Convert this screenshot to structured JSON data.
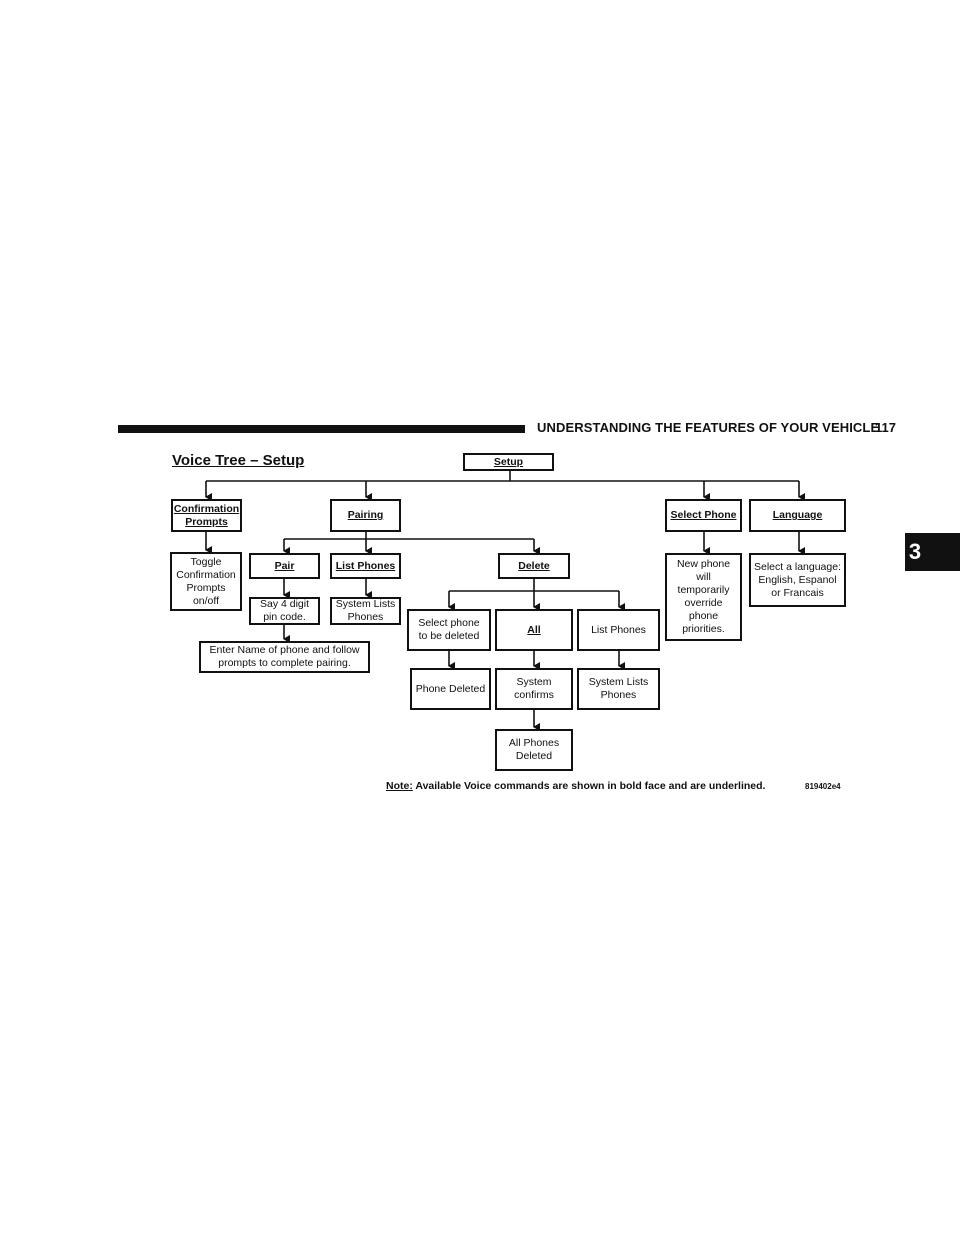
{
  "header": {
    "section_title": "UNDERSTANDING THE FEATURES OF YOUR VEHICLE",
    "page_number": "117",
    "chapter_tab": "3"
  },
  "diagram": {
    "title": "Voice Tree – Setup",
    "nodes": {
      "setup": "Setup",
      "confirmation_prompts": "Confirmation\nPrompts",
      "pairing": "Pairing",
      "select_phone": "Select Phone",
      "language": "Language",
      "toggle_confirmation": "Toggle\nConfirmation\nPrompts\non/off",
      "pair": "Pair",
      "list_phones_cmd": "List Phones",
      "delete": "Delete",
      "new_phone": "New phone\nwill\ntemporarily\noverride\nphone\npriorities.",
      "select_language": "Select a language:\nEnglish, Espanol\nor Francais",
      "say_pin": "Say 4 digit\npin code.",
      "system_lists_phones_1": "System Lists\nPhones",
      "enter_name": "Enter Name of phone and follow\nprompts to complete pairing.",
      "select_phone_delete": "Select phone\nto be deleted",
      "all": "All",
      "list_phones": "List Phones",
      "phone_deleted": "Phone Deleted",
      "system_confirms": "System\nconfirms",
      "system_lists_phones_2": "System Lists\nPhones",
      "all_phones_deleted": "All Phones\nDeleted"
    },
    "note_label": "Note:",
    "note_text": "Available Voice commands are shown in bold face and are underlined.",
    "figure_code": "819402e4"
  }
}
